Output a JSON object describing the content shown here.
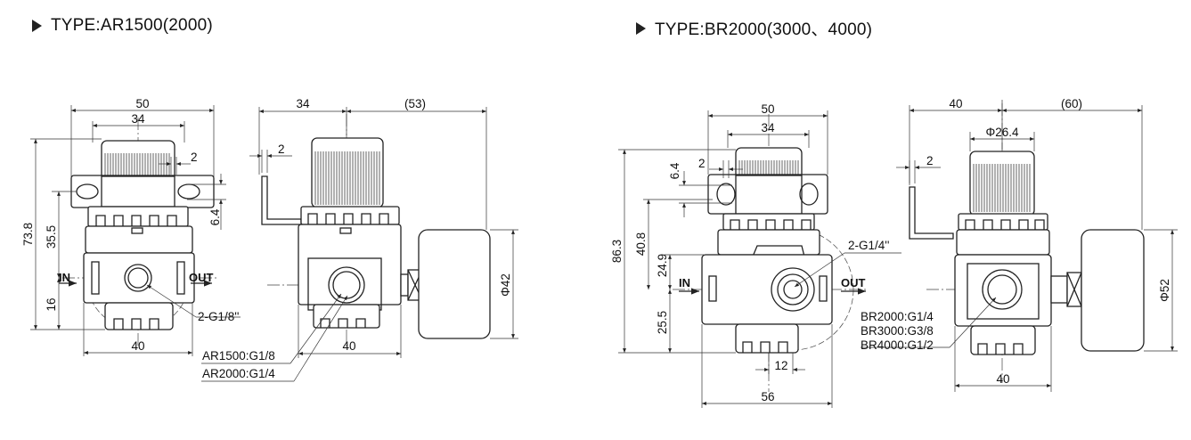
{
  "left": {
    "type_label": "TYPE:AR1500(2000)",
    "front": {
      "dim_width_50": "50",
      "dim_width_34": "34",
      "dim_2": "2",
      "dim_height_73_8": "73.8",
      "dim_height_35_5": "35.5",
      "dim_6_4": "6.4",
      "dim_16": "16",
      "dim_bottom_40": "40",
      "port_in": "IN",
      "port_out": "OUT",
      "port_note": "2-G1/8''"
    },
    "side": {
      "dim_34": "34",
      "dim_53": "(53)",
      "dim_2": "2",
      "dim_phi42": "Φ42",
      "dim_bottom_40": "40",
      "note_1": "AR1500:G1/8",
      "note_2": "AR2000:G1/4"
    }
  },
  "right": {
    "type_label": "TYPE:BR2000(3000、4000)",
    "front": {
      "dim_width_50": "50",
      "dim_width_34": "34",
      "dim_2": "2",
      "dim_6_4": "6.4",
      "dim_86_3": "86.3",
      "dim_40_8": "40.8",
      "dim_24_9": "24.9",
      "dim_25_5": "25.5",
      "dim_12": "12",
      "dim_56": "56",
      "port_in": "IN",
      "port_out": "OUT",
      "port_note": "2-G1/4''"
    },
    "side": {
      "dim_40": "40",
      "dim_60": "(60)",
      "dim_phi26_4": "Φ26.4",
      "dim_2": "2",
      "dim_phi52": "Φ52",
      "dim_bottom_40": "40",
      "note_1": "BR2000:G1/4",
      "note_2": "BR3000:G3/8",
      "note_3": "BR4000:G1/2"
    }
  }
}
